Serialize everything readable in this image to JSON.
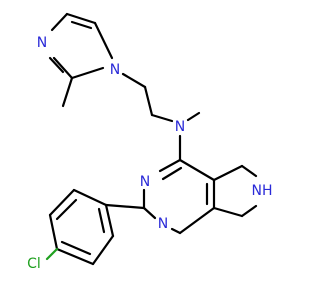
{
  "molecule": {
    "atoms": {
      "imidazole_n_upper": "N",
      "imidazole_n_lower": "N",
      "amine_n": "N",
      "pyrimidine_n_upper": "N",
      "pyrimidine_n_lower": "N",
      "pyrroline_nh": "NH",
      "chlorine": "Cl"
    },
    "colors": {
      "bond": "#000000",
      "nitrogen": "#2a2ad8",
      "chlorine": "#1fa01f",
      "background": "#ffffff"
    }
  }
}
